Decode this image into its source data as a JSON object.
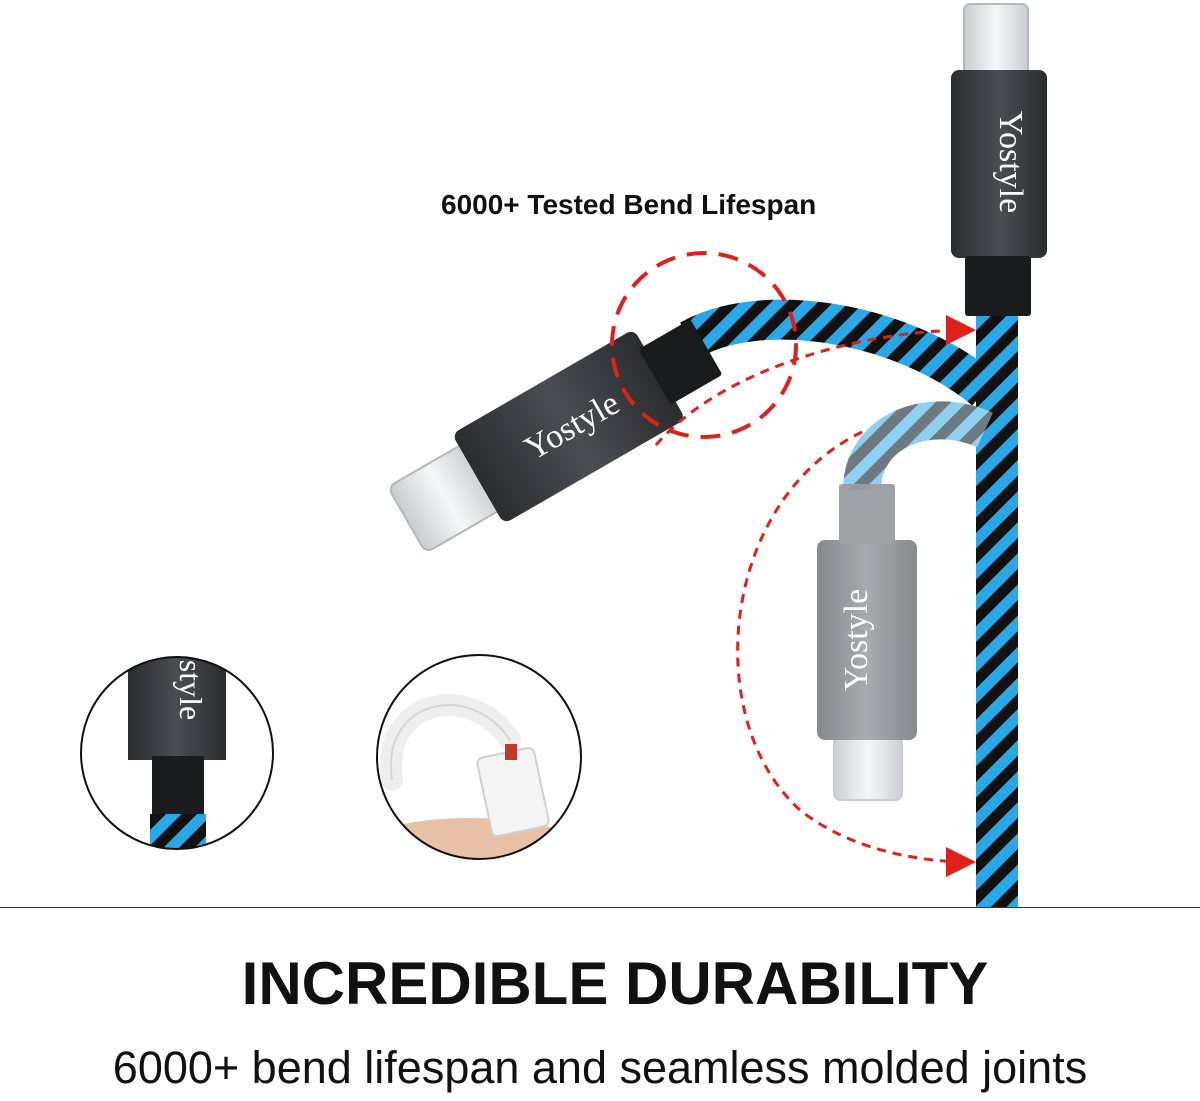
{
  "callout": {
    "label": "6000+ Tested Bend Lifespan"
  },
  "brand": {
    "name": "Yostyle",
    "partial_name": "style"
  },
  "heading": {
    "title": "INCREDIBLE DURABILITY",
    "subtitle": "6000+ bend lifespan and seamless molded joints"
  },
  "colors": {
    "braid_blue": "#2aa7e6",
    "braid_black": "#111111",
    "housing_dark": "#3b3e42",
    "housing_ghost": "#8f9296",
    "marker_red": "#e0201b"
  }
}
